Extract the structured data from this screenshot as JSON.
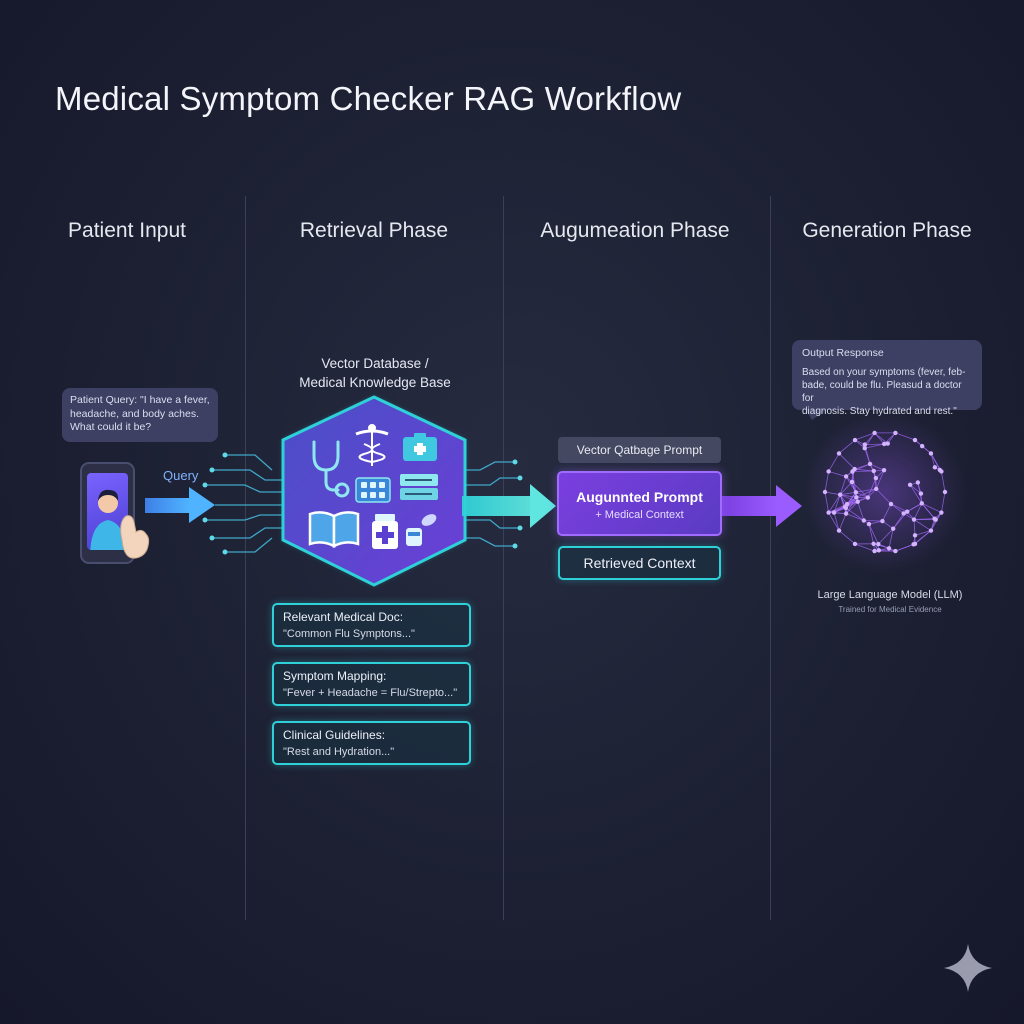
{
  "title": "Medical Symptom Checker RAG Workflow",
  "columns": [
    "Patient Input",
    "Retrieval Phase",
    "Augumeation Phase",
    "Generation Phase"
  ],
  "patient": {
    "query_line1": "Patient Query: \"I have a fever,",
    "query_line2": "headache, and body aches.",
    "query_line3": "What could it be?",
    "arrow_label": "Query"
  },
  "retrieval": {
    "db_label_line1": "Vector Database /",
    "db_label_line2": "Medical Knowledge Base",
    "docs": [
      {
        "title": "Relevant Medical Doc:",
        "snippet": "\"Common Flu Symptons...\""
      },
      {
        "title": "Symptom Mapping:",
        "snippet": "\"Fever + Headache = Flu/Strepto...\""
      },
      {
        "title": "Clinical Guidelines:",
        "snippet": "\"Rest and Hydration...\""
      }
    ]
  },
  "augmentation": {
    "vector_box": "Vector Qatbage Prompt",
    "augmented_title": "Augunnted Prompt",
    "augmented_sub": "+ Medical Context",
    "retrieved": "Retrieved Context"
  },
  "generation": {
    "output_title": "Output Response",
    "output_line1": "Based on your symptoms (fever, feb-",
    "output_line2": "bade, could be flu. Pleasud a doctor for",
    "output_line3": "diagnosis. Stay hydrated and rest.\"",
    "llm_label": "Large Language Model (LLM)",
    "llm_sub": "Trained for Medical Evidence"
  },
  "colors": {
    "accent_cyan": "#2fd1d8",
    "accent_purple": "#9b5cff",
    "accent_blue": "#4aa3ff",
    "background": "#1c2032"
  }
}
